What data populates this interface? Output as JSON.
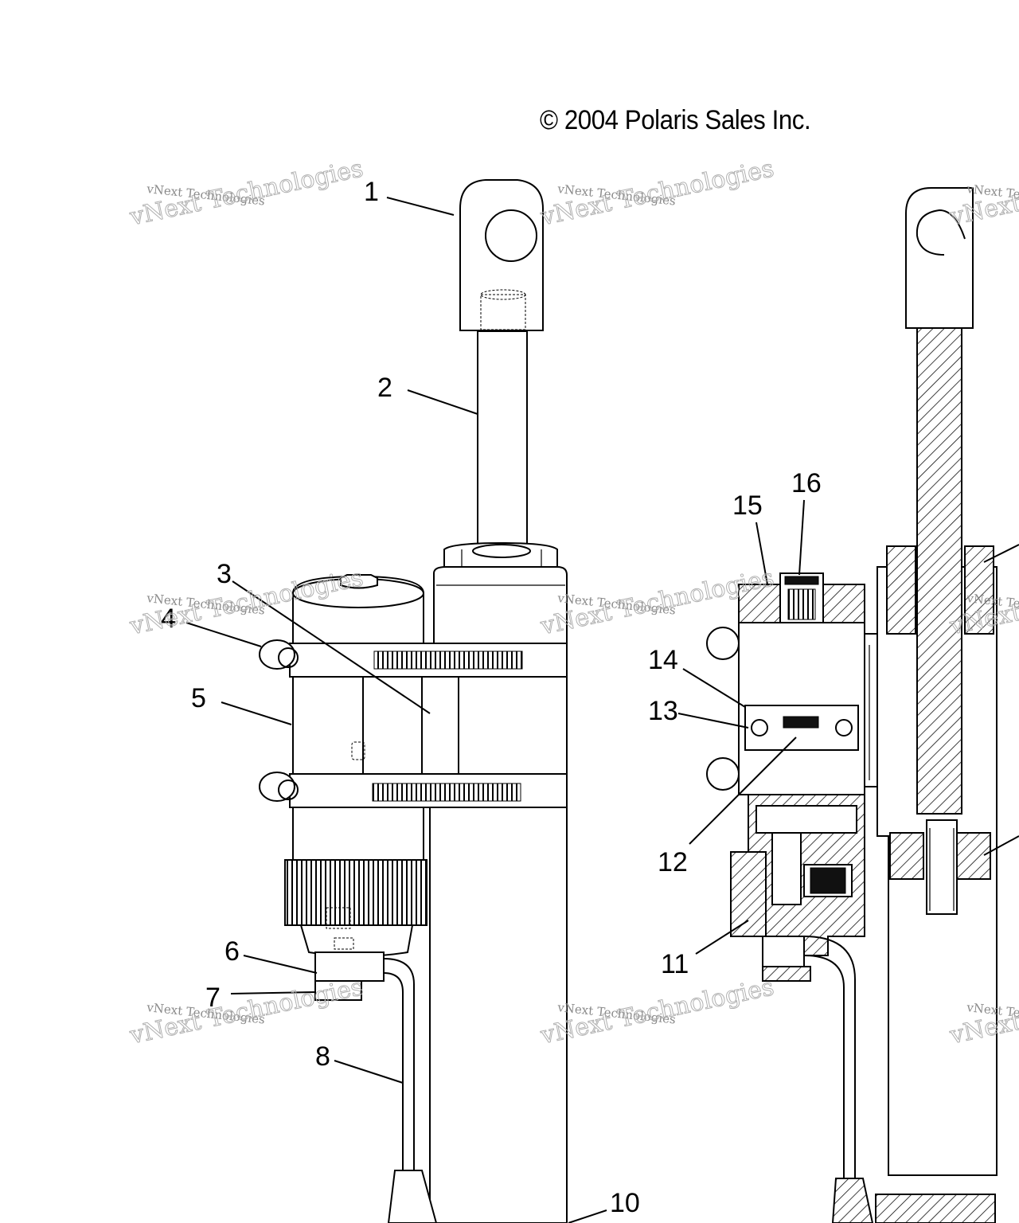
{
  "copyright": "© 2004 Polaris Sales Inc.",
  "watermark": {
    "line1": "vNext Technologies",
    "line2": "vNext Technologies"
  },
  "callouts": [
    "1",
    "2",
    "3",
    "4",
    "5",
    "6",
    "7",
    "8",
    "10",
    "11",
    "12",
    "13",
    "14",
    "15",
    "16"
  ]
}
